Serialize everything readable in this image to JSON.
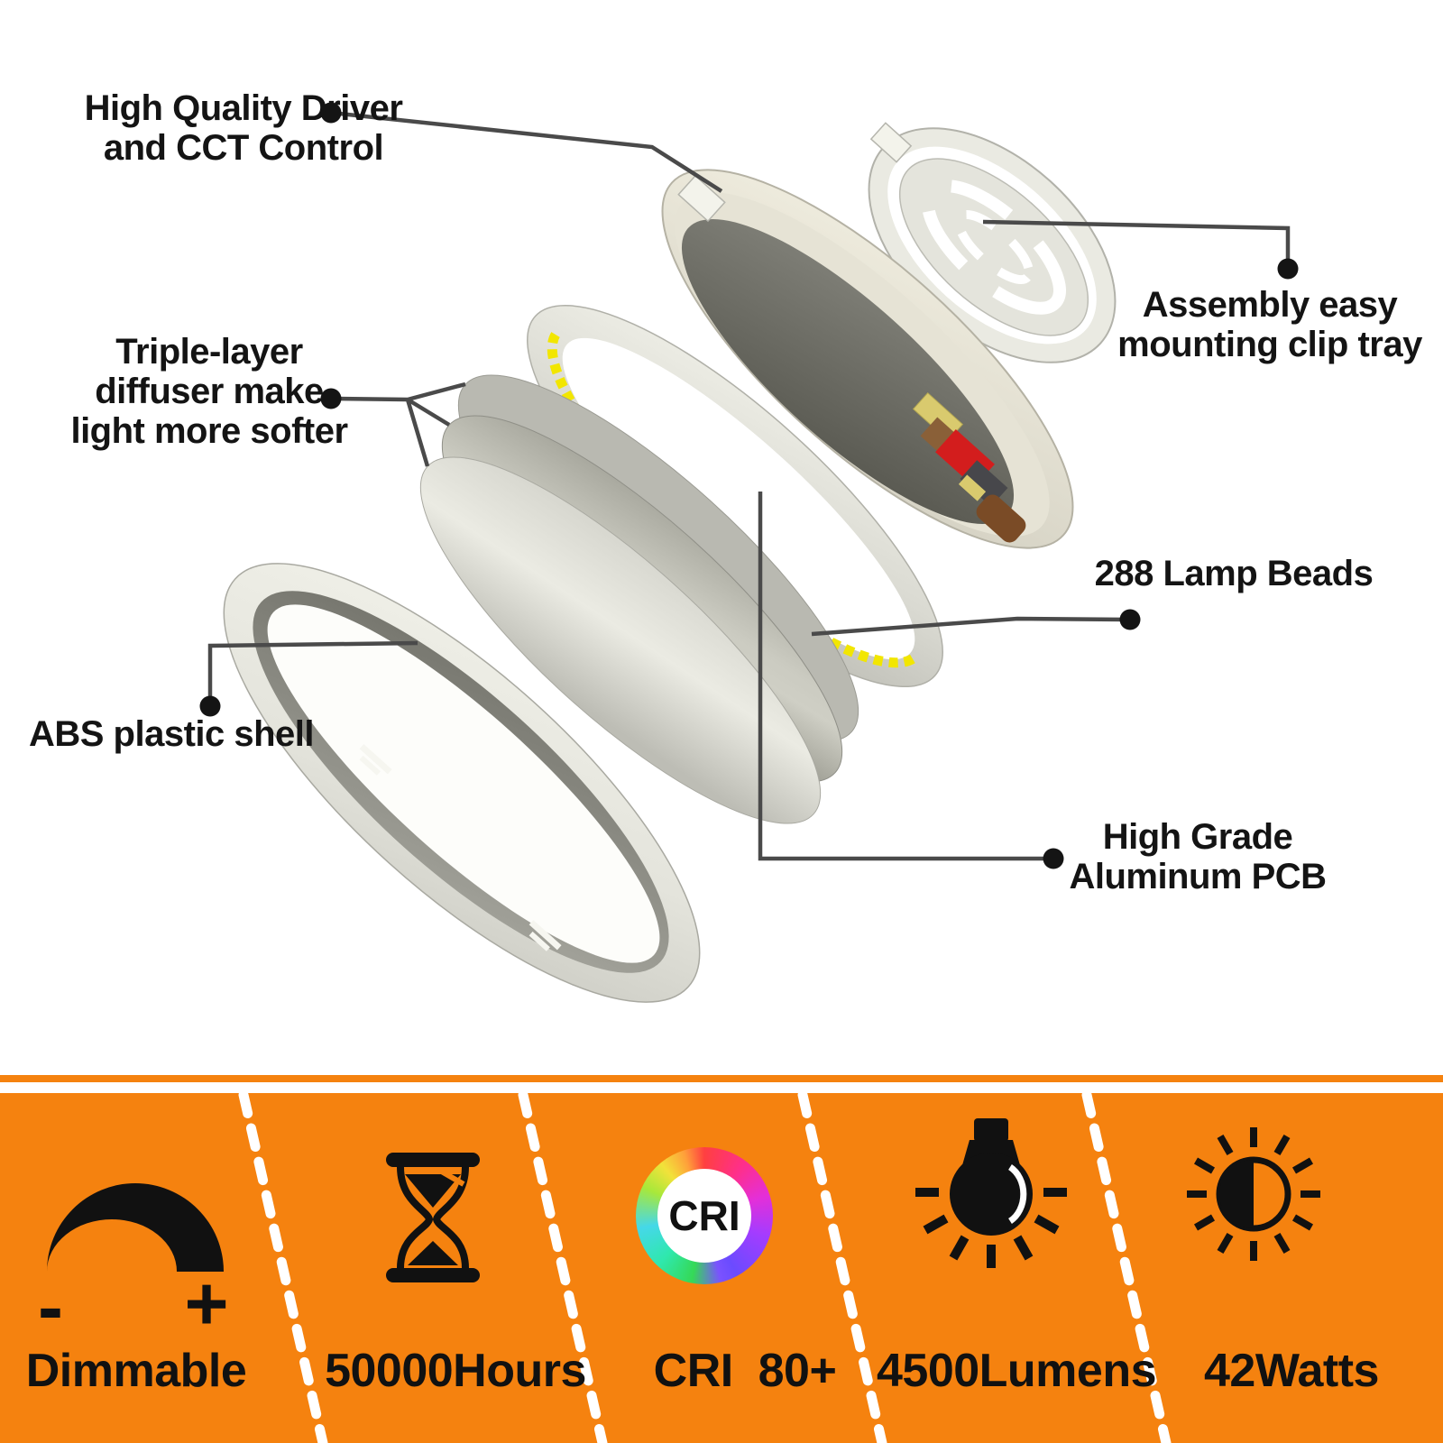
{
  "diagram": {
    "callouts": [
      {
        "id": "driver",
        "lines": [
          "High Quality Driver",
          "and CCT Control"
        ]
      },
      {
        "id": "tray",
        "lines": [
          "Assembly easy",
          "mounting clip tray"
        ]
      },
      {
        "id": "diffuser",
        "lines": [
          "Triple-layer",
          "diffuser make",
          "light more softer"
        ]
      },
      {
        "id": "beads",
        "lines": [
          "288 Lamp Beads"
        ]
      },
      {
        "id": "shell",
        "lines": [
          "ABS plastic shell"
        ]
      },
      {
        "id": "pcb",
        "lines": [
          "High Grade",
          "Aluminum PCB"
        ]
      }
    ]
  },
  "banner": {
    "features": [
      {
        "icon": "dimmer-arc-icon",
        "label": "Dimmable",
        "minus_label": "-",
        "plus_label": "+"
      },
      {
        "icon": "hourglass-icon",
        "label": "50000Hours"
      },
      {
        "icon": "cri-color-ring-icon",
        "label": "CRI  80+",
        "badge_text": "CRI"
      },
      {
        "icon": "light-bulb-icon",
        "label": "4500Lumens"
      },
      {
        "icon": "brightness-sun-icon",
        "label": "42Watts"
      }
    ]
  },
  "colors": {
    "banner_orange": "#F5820F",
    "label_text": "#141414",
    "leader_line": "#4A4A4A",
    "led_strip_yellow": "#F2E600"
  }
}
